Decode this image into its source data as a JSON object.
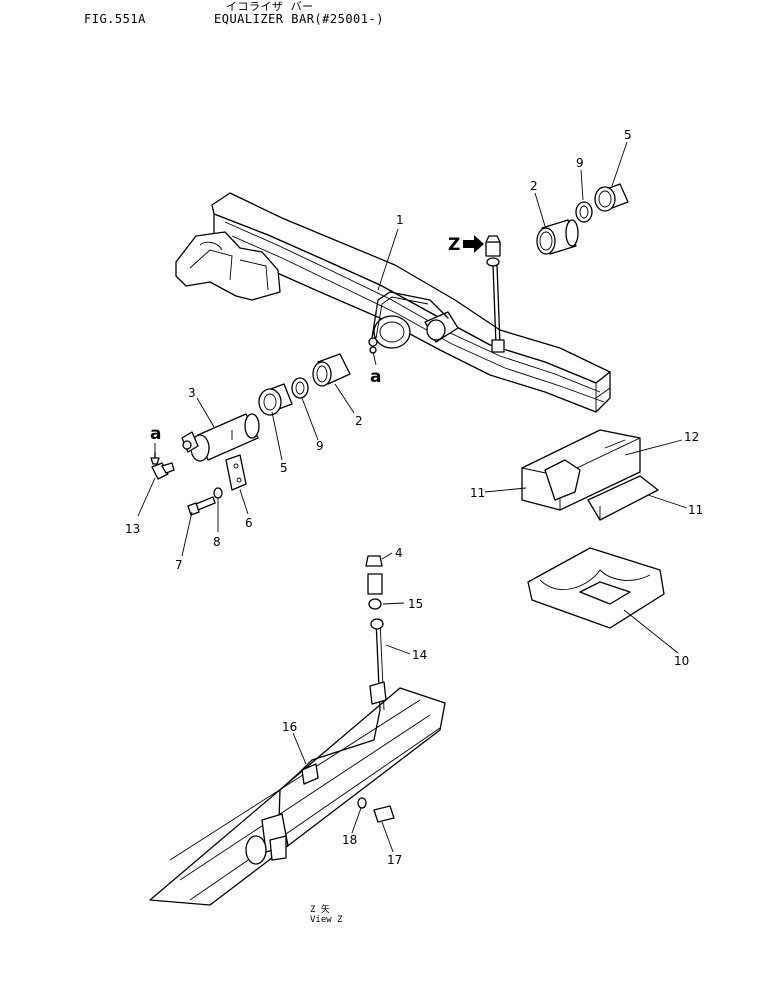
{
  "header": {
    "fig": "FIG.551A",
    "japanese": "イコライザ バー",
    "title": "EQUALIZER BAR(#25001-)"
  },
  "view": {
    "line1": "Z 矢",
    "line2": "View Z"
  },
  "markers": {
    "z_arrow": "Z",
    "a_top": "a",
    "a_left": "a"
  },
  "callouts": {
    "c1": "1",
    "c2a": "2",
    "c2b": "2",
    "c3": "3",
    "c4": "4",
    "c5a": "5",
    "c5b": "5",
    "c6": "6",
    "c7": "7",
    "c8": "8",
    "c9a": "9",
    "c9b": "9",
    "c10": "10",
    "c11a": "11",
    "c11b": "11",
    "c12": "12",
    "c13": "13",
    "c14": "14",
    "c15": "15",
    "c16": "16",
    "c17": "17",
    "c18": "18"
  }
}
